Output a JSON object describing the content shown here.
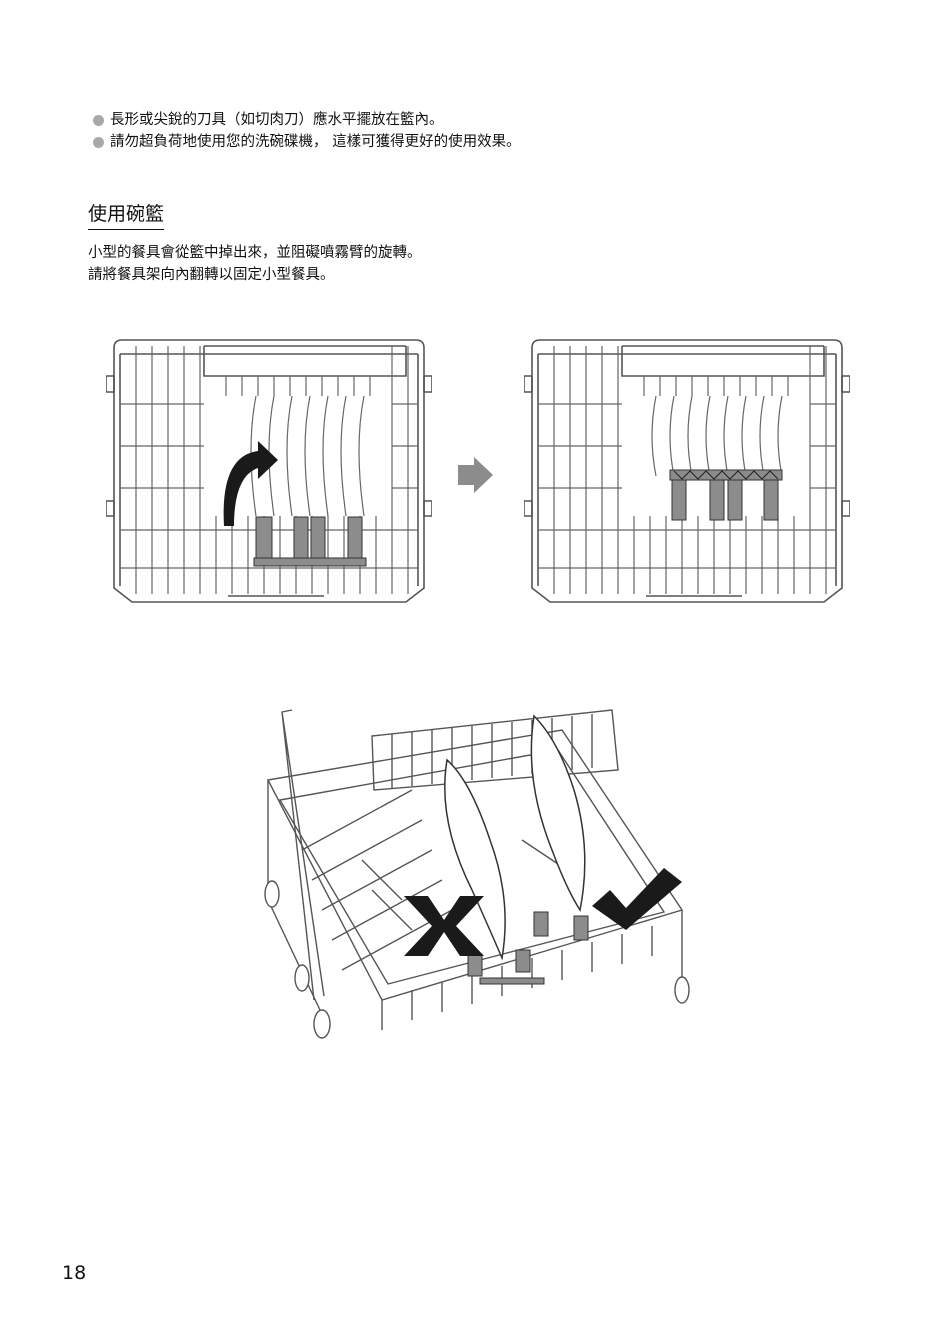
{
  "bullets": [
    "長形或尖銳的刀具（如切肉刀）應水平擺放在籃內。",
    "請勿超負荷地使用您的洗碗碟機， 這樣可獲得更好的使用效果。"
  ],
  "section": {
    "title": "使用碗籃",
    "paragraph": [
      "小型的餐具會從籃中掉出來，並阻礙噴霧臂的旋轉。",
      "請將餐具架向內翻轉以固定小型餐具。"
    ]
  },
  "page_number": "18",
  "colors": {
    "line": "#555555",
    "dark": "#1a1a1a",
    "rack_part": "#8c8c8c"
  },
  "icons": [
    "curved-arrow-icon",
    "right-arrow-icon",
    "cross-icon",
    "check-icon"
  ]
}
